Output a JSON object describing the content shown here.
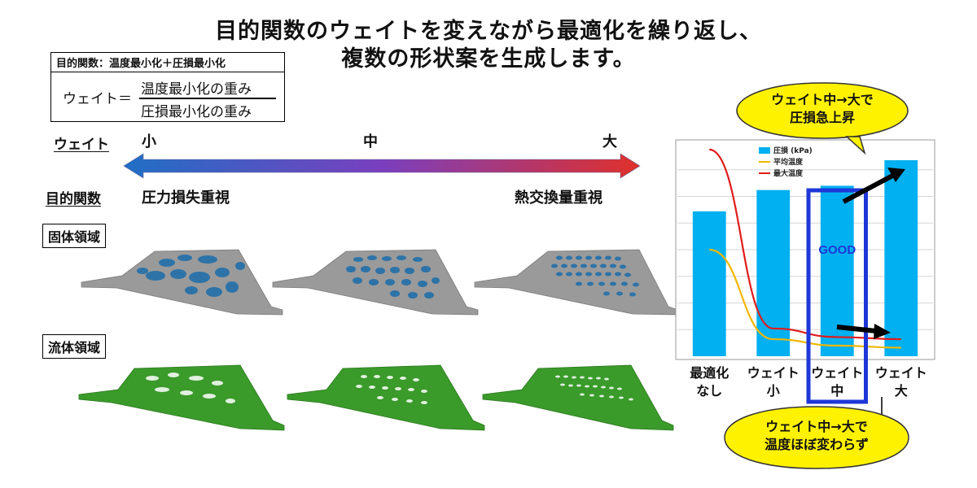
{
  "title": {
    "line1": "目的関数のウェイトを変えながら最適化を繰り返し、",
    "line2": "複数の形状案を生成します。"
  },
  "objective_box": {
    "heading": "目的関数：温度最小化＋圧損最小化",
    "lhs": "ウェイト＝",
    "numerator": "温度最小化の重み",
    "denominator": "圧損最小化の重み"
  },
  "weight_row": {
    "label": "ウェイト",
    "small": "小",
    "medium": "中",
    "large": "大"
  },
  "objective_row": {
    "label": "目的関数",
    "left_text": "圧力損失重視",
    "right_text": "熱交換量重視"
  },
  "gradient": {
    "start_color": "#1f6fc5",
    "mid_color": "#7a3fbf",
    "end_color": "#e0302a"
  },
  "sections": {
    "solid": "固体領域",
    "fluid": "流体領域"
  },
  "colors": {
    "solid_body": "#9a9a9a",
    "solid_holes": "#2d73a8",
    "fluid_body": "#3a9a2a",
    "callout_fill": "#fff200",
    "good_box": "#1f37d8",
    "bar": "#00b0f0"
  },
  "callouts": {
    "top": {
      "line1": "ウェイト中→大で",
      "line2": "圧損急上昇"
    },
    "bottom": {
      "line1": "ウェイト中→大で",
      "line2": "温度ほぼ変わらず"
    }
  },
  "good_label": "GOOD",
  "chart_data": {
    "type": "bar",
    "categories": [
      [
        "最適化",
        "なし"
      ],
      [
        "ウェイト",
        "小"
      ],
      [
        "ウェイト",
        "中"
      ],
      [
        "ウェイト",
        "大"
      ]
    ],
    "series": [
      {
        "name": "圧損 (kPa)",
        "kind": "bar",
        "color": "#00b0f0",
        "values": [
          0.68,
          0.78,
          0.8,
          0.92
        ]
      },
      {
        "name": "平均温度",
        "kind": "line",
        "color": "#f2b600",
        "values": [
          0.5,
          0.08,
          0.05,
          0.04
        ]
      },
      {
        "name": "最大温度",
        "kind": "line",
        "color": "#e11b1b",
        "values": [
          0.97,
          0.13,
          0.09,
          0.08
        ]
      }
    ],
    "ylim": [
      0,
      1
    ],
    "grid": true,
    "legend": "top-left",
    "highlight_category": 2
  }
}
